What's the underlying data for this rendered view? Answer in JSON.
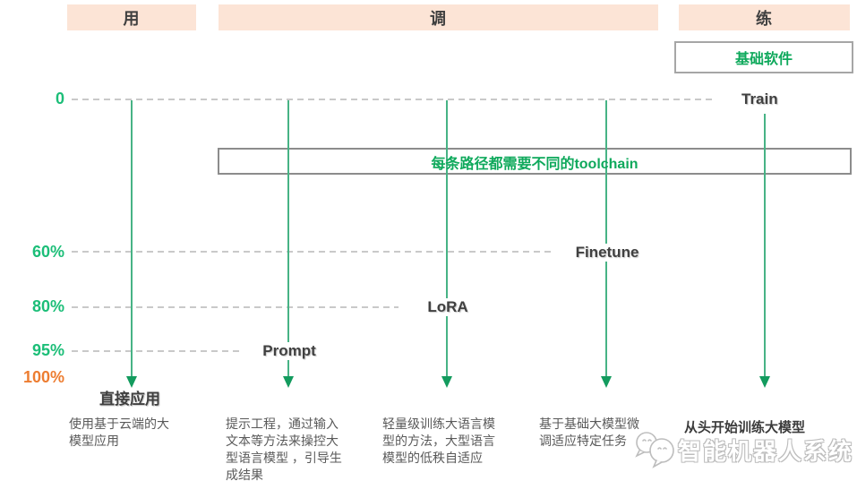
{
  "header": {
    "columns": [
      {
        "label": "用"
      },
      {
        "label": "调"
      },
      {
        "label": "练"
      }
    ]
  },
  "base_software_box": {
    "label": "基础软件"
  },
  "toolchain_banner": {
    "label": "每条路径都需要不同的toolchain"
  },
  "axis": {
    "levels": [
      {
        "label": "0"
      },
      {
        "label": "60%"
      },
      {
        "label": "80%"
      },
      {
        "label": "95%"
      },
      {
        "label": "100%"
      }
    ]
  },
  "paths": [
    {
      "label": "直接应用",
      "level": "100%",
      "description": "使用基于云端的大\n模型应用"
    },
    {
      "label": "Prompt",
      "level": "95%",
      "description": "提示工程，通过输入\n文本等方法来操控大\n型语言模型 ，引导生\n成结果"
    },
    {
      "label": "LoRA",
      "level": "80%",
      "description": "轻量级训练大语言模\n型的方法，大型语言\n模型的低秩自适应"
    },
    {
      "label": "Finetune",
      "level": "60%",
      "description": "基于基础大模型微\n调适应特定任务"
    },
    {
      "label": "Train",
      "level": "0",
      "description": "从头开始训练大模型"
    }
  ],
  "watermark": {
    "label": "智能机器人系统",
    "logo": "chat-bubbles-logo"
  },
  "colors": {
    "header_bg": "#FCE4D6",
    "axis_green": "#1CBE78",
    "box_green_text": "#0FA95C",
    "arrow_green": "#47B385",
    "arrowhead_green": "#139B5E",
    "orange_100": "#ED7D31",
    "dark_text": "#404040",
    "body_text": "#595959",
    "dash_gray": "#C9C9C9",
    "border_gray": "#A6A6A6"
  }
}
